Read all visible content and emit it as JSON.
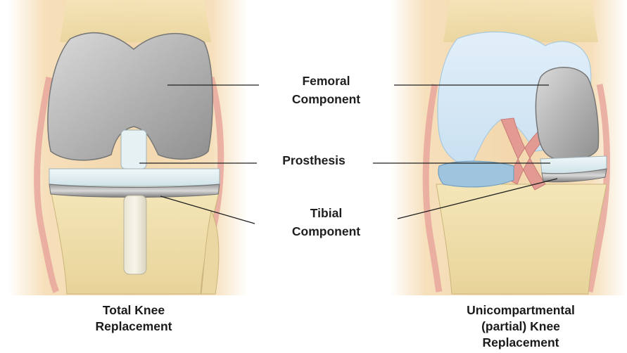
{
  "labels": {
    "femoral_line1": "Femoral",
    "femoral_line2": "Component",
    "prosthesis": "Prosthesis",
    "tibial_line1": "Tibial",
    "tibial_line2": "Component"
  },
  "captions": {
    "total_line1": "Total Knee",
    "total_line2": "Replacement",
    "partial_line1": "Unicompartmental",
    "partial_line2": "(partial) Knee",
    "partial_line3": "Replacement"
  },
  "colors": {
    "skin": "#f5dcb4",
    "bone": "#efdfa8",
    "metal": "#b9b9b9",
    "poly": "#dfeef2",
    "native_cartilage": "#d4e7f5",
    "meniscus": "#9fc4dd",
    "ligament": "#e9a9a0",
    "leader": "#222222"
  }
}
